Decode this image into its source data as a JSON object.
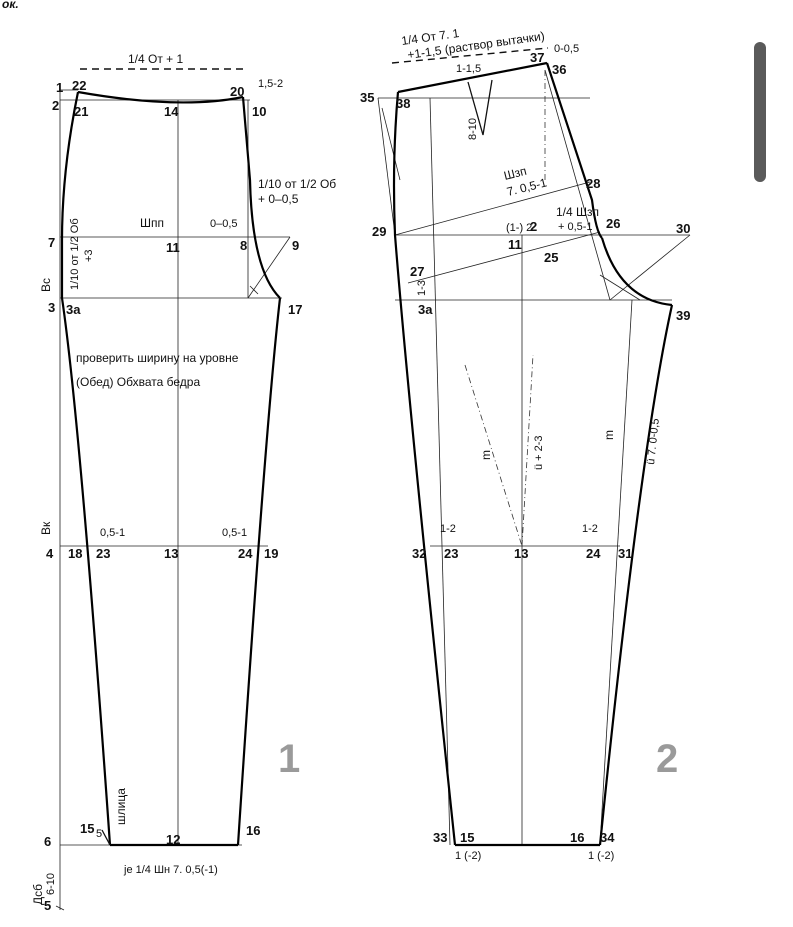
{
  "corner_text": "ок.",
  "figure1": {
    "number": "1",
    "dim_top": "1/4 От + 1",
    "waist_step": "1,5-2",
    "side_formula_1": "1/10 от 1/2 Об",
    "side_formula_2": "+ 0–0,5",
    "fly_step": "0–0,5",
    "hip_line": "Шпп",
    "seat_formula_1": "1/10 от 1/2 Об",
    "seat_formula_2": "+3",
    "vc": "Вс",
    "vk": "Вк",
    "dsb": "Дсб",
    "hem_range": "6-10",
    "check_1": "проверить ширину на уровне",
    "check_2": "(Обед) Обхвата бедра",
    "knee_left": "0,5-1",
    "knee_right": "0,5-1",
    "slit": "шлица",
    "slit_num": "5",
    "hem_formula": "je 1/4 Шн 7. 0,5(-1)",
    "points": {
      "p1": "1",
      "p2": "2",
      "p22": "22",
      "p21": "21",
      "p14": "14",
      "p20": "20",
      "p10": "10",
      "p7": "7",
      "p11": "11",
      "p8": "8",
      "p9": "9",
      "p3": "3",
      "p3a": "3а",
      "p17": "17",
      "p4": "4",
      "p18": "18",
      "p23": "23",
      "p13": "13",
      "p24": "24",
      "p19": "19",
      "p6": "6",
      "p15": "15",
      "p12": "12",
      "p16": "16",
      "p5": "5"
    }
  },
  "figure2": {
    "number": "2",
    "dim_top_1": "1/4 От 7. 1",
    "dim_top_2": "+1-1,5 (раствор вытачки)",
    "dart_width": "1-1,5",
    "dart_len": "8-10",
    "waist_step": "0-0,5",
    "shzp_1": "Шзп",
    "shzp_2": "7. 0,5-1",
    "quarter_1": "1/4 Шзп",
    "quarter_2": "+ 0,5-1",
    "step_12": "(1-) 2",
    "step_13": "1-3",
    "grain_formula": "ü + 2-3",
    "m_left": "m",
    "m_right": "m",
    "inseam_formula": "ü 7. 0-0,5",
    "knee_left": "1-2",
    "knee_right": "1-2",
    "hem_left": "1 (-2)",
    "hem_right": "1 (-2)",
    "points": {
      "p35": "35",
      "p38": "38",
      "p37": "37",
      "p36": "36",
      "p28": "28",
      "p29": "29",
      "p2": "2",
      "p11": "11",
      "p26": "26",
      "p30": "30",
      "p25": "25",
      "p27": "27",
      "p3a": "3а",
      "p39": "39",
      "p32": "32",
      "p23": "23",
      "p13": "13",
      "p24": "24",
      "p31": "31",
      "p33": "33",
      "p15": "15",
      "p16": "16",
      "p34": "34"
    }
  }
}
